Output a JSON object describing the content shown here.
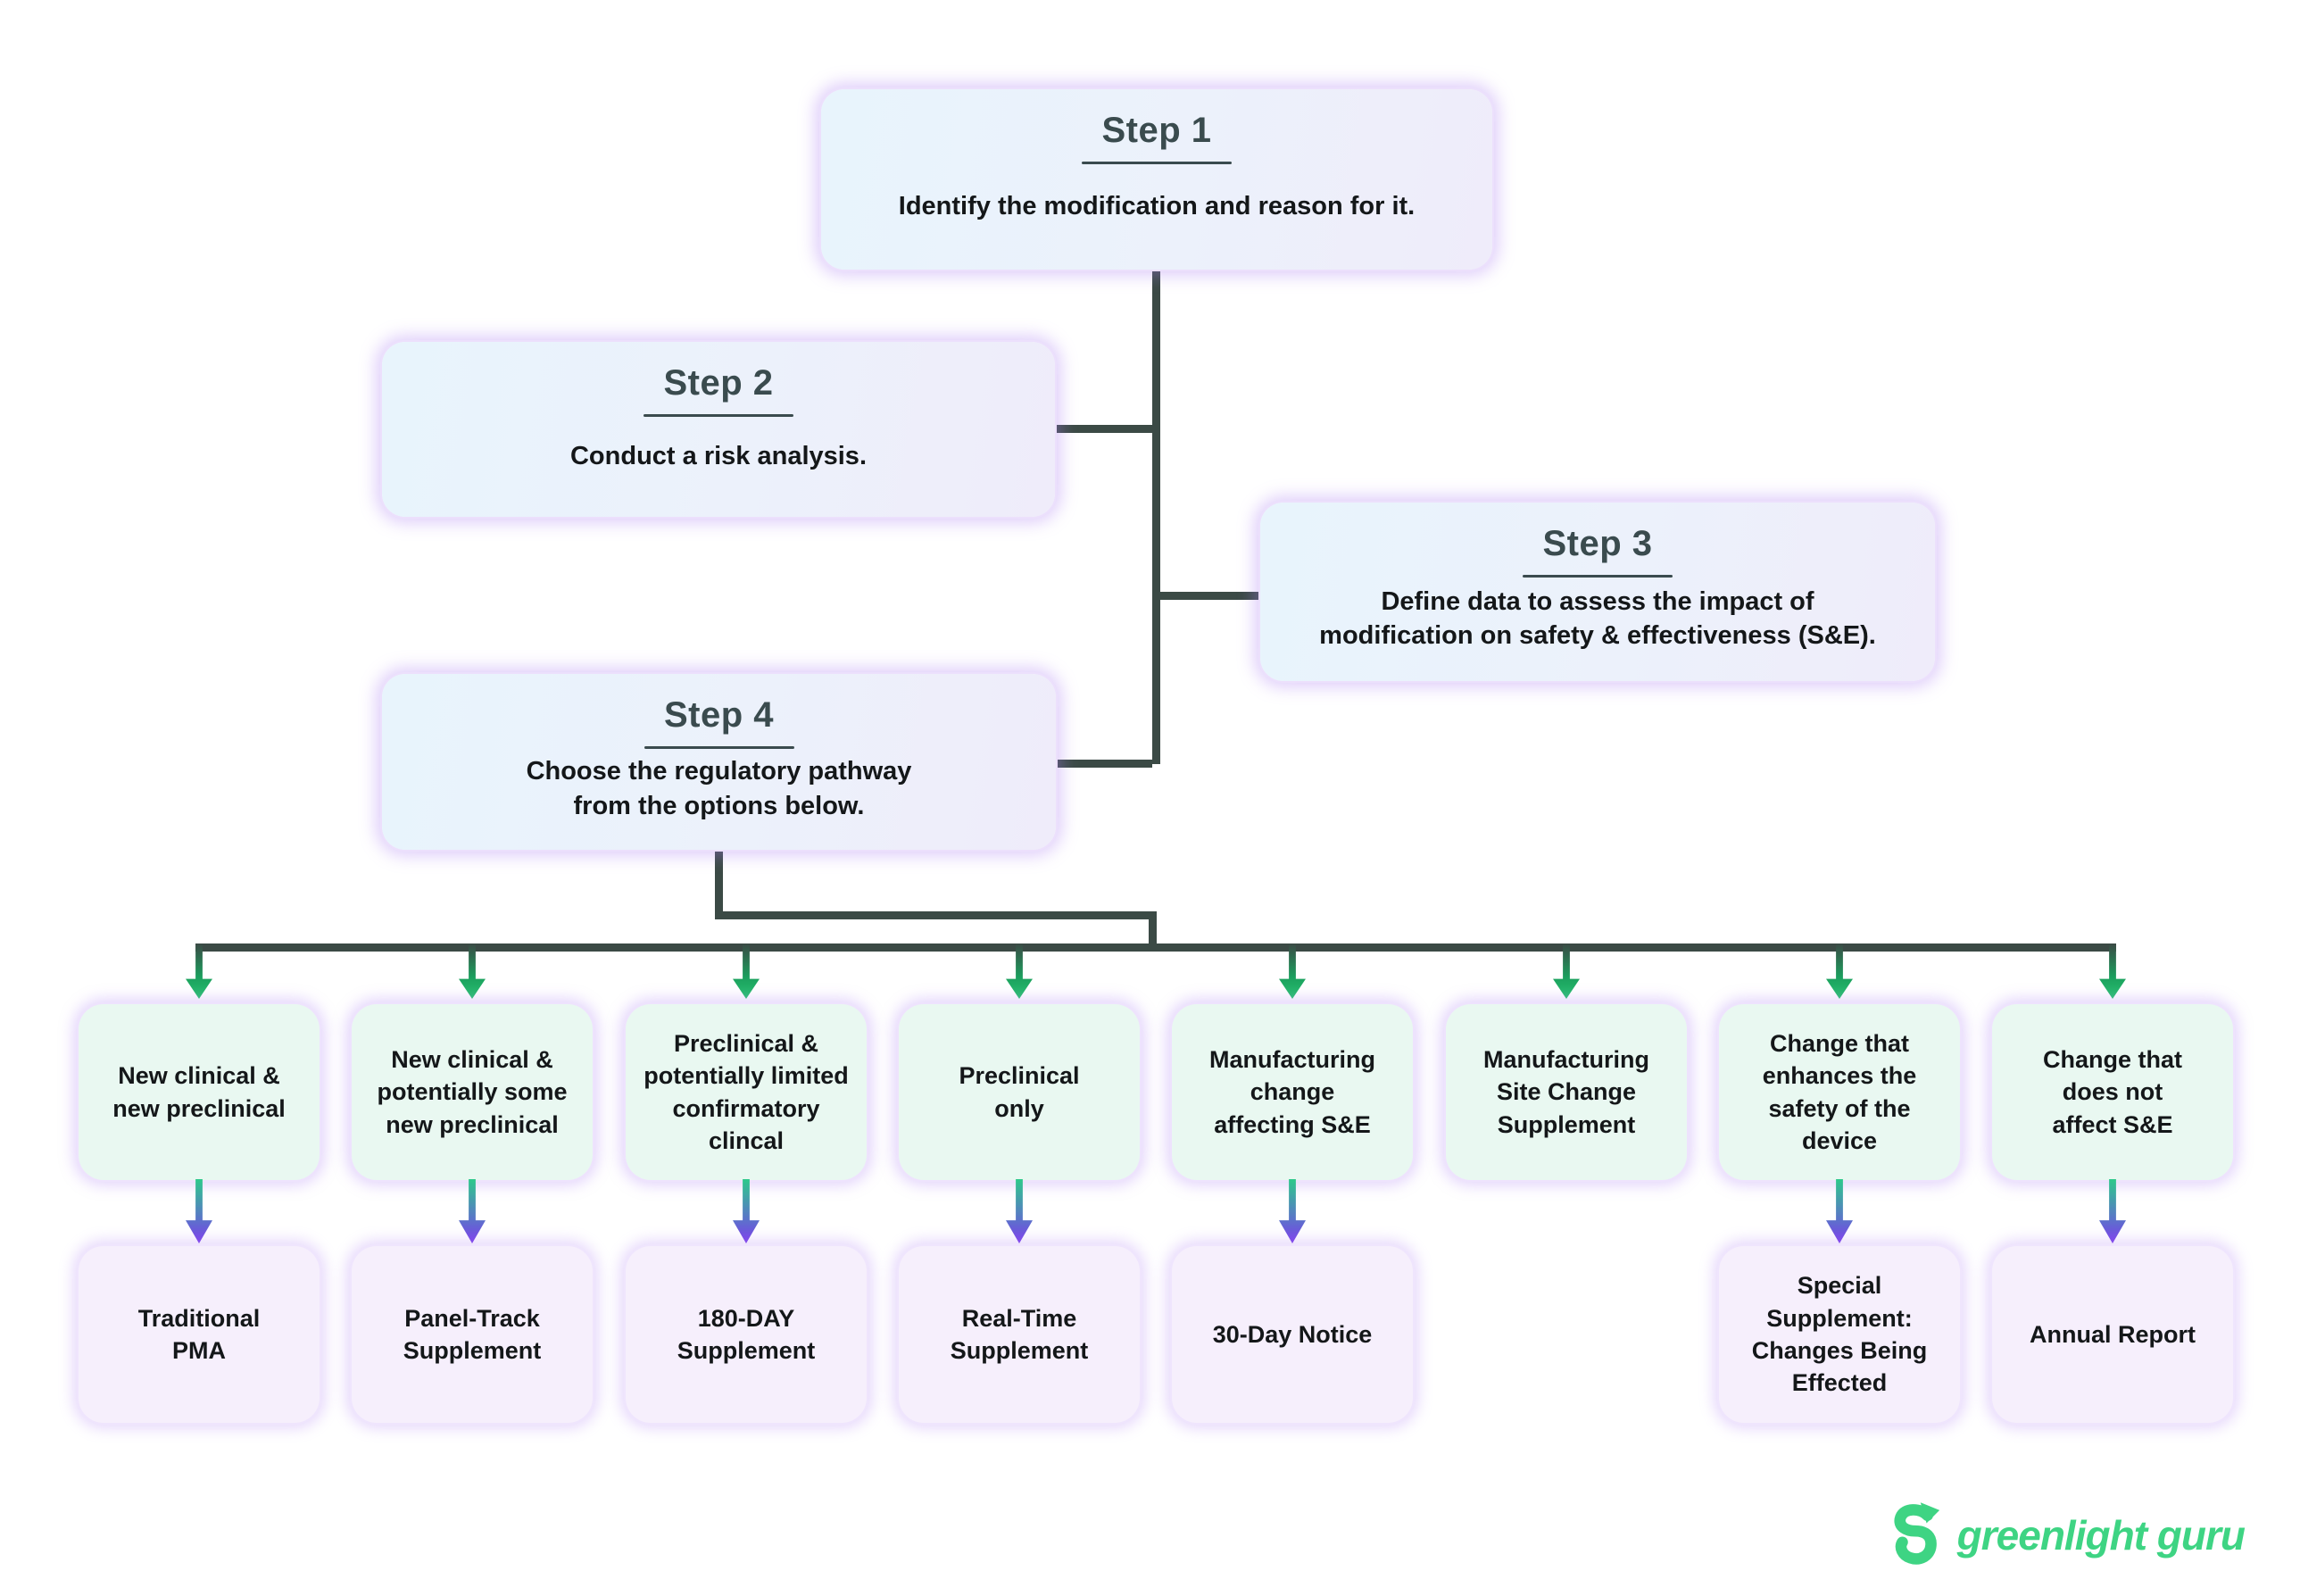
{
  "steps": [
    {
      "title": "Step 1",
      "text": "Identify the modification and reason for it."
    },
    {
      "title": "Step 2",
      "text": "Conduct a risk analysis."
    },
    {
      "title": "Step 3",
      "text": "Define data to assess the impact of\nmodification on safety & effectiveness (S&E)."
    },
    {
      "title": "Step 4",
      "text": "Choose the regulatory pathway\nfrom the options below."
    }
  ],
  "pathways": [
    {
      "option": "New clinical &\nnew preclinical",
      "result": "Traditional\nPMA"
    },
    {
      "option": "New clinical &\npotentially some\nnew preclinical",
      "result": "Panel-Track\nSupplement"
    },
    {
      "option": "Preclinical &\npotentially limited\nconfirmatory\nclincal",
      "result": "180-DAY\nSupplement"
    },
    {
      "option": "Preclinical\nonly",
      "result": "Real-Time\nSupplement"
    },
    {
      "option": "Manufacturing\nchange\naffecting S&E",
      "result": "30-Day Notice"
    },
    {
      "option": "Manufacturing\nSite Change\nSupplement",
      "result": null
    },
    {
      "option": "Change that\nenhances the\nsafety of the\ndevice",
      "result": "Special\nSupplement:\nChanges Being\nEffected"
    },
    {
      "option": "Change that\ndoes not\naffect S&E",
      "result": "Annual Report"
    }
  ],
  "logo": {
    "text": "greenlight guru"
  },
  "theme": {
    "line_dark": "#3b4a45",
    "arrow_green": "#27c46f",
    "arrow_purple": "#7c3bed",
    "mint_fill": "#e9f8f1",
    "lavender_fill": "#f6effc",
    "step_blue": "#e8f4fc",
    "step_lavender": "#efecfa",
    "title_color": "#3a4b4e",
    "text_color": "#141719",
    "logo_green": "#3ed483"
  }
}
